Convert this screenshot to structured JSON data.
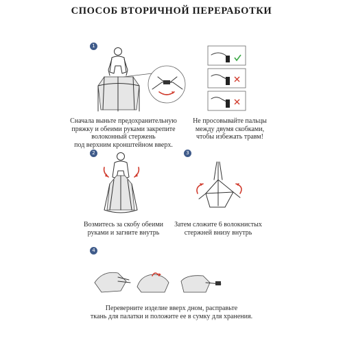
{
  "title": "СПОСОБ ВТОРИЧНОЙ ПЕРЕРАБОТКИ",
  "colors": {
    "badge": "#3f5b8a",
    "arrow": "#d03a2c",
    "check": "#3aa845",
    "cross": "#d03a2c"
  },
  "steps": [
    {
      "number": "1",
      "caption": [
        "Сначала выньте предохранительную",
        "пряжку и обеими руками закрепите",
        "волоконный стержень",
        "под верхним кронштейном вверх."
      ]
    },
    {
      "number": "2",
      "caption": [
        "Возмитесь за скобу обеими",
        "руками и загните внутрь"
      ]
    },
    {
      "number": "3",
      "caption": [
        "Затем сложите 6 волокнистых",
        "стержней внизу внутрь"
      ]
    },
    {
      "number": "4",
      "caption": [
        "Переверните изделие вверх дном, расправьте",
        "ткань для палатки и положите ее в сумку для хранения."
      ]
    }
  ],
  "warning": {
    "caption": [
      "Не просовывайте пальцы",
      "между двумя скобками,",
      "чтобы избежать травм!"
    ],
    "icons": [
      "check-icon",
      "cross-icon",
      "cross-icon"
    ]
  }
}
